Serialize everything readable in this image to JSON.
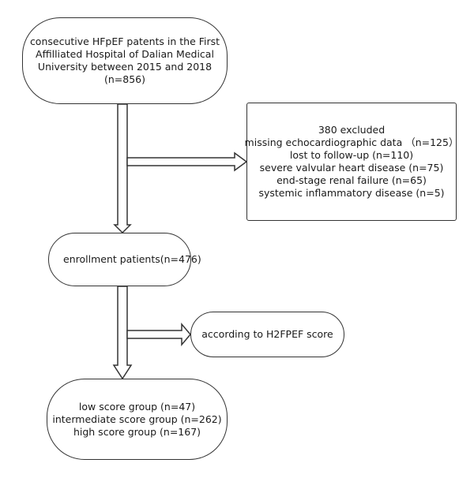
{
  "cohort": {
    "lines": [
      "consecutive HFpEF patents in the First",
      "Affilliated Hospital of Dalian Medical",
      "University between 2015 and 2018",
      "(n=856)"
    ]
  },
  "excluded": {
    "lines": [
      "380 excluded",
      "missing echocardiographic data （n=125）",
      "lost to follow-up (n=110)",
      "severe valvular heart disease (n=75)",
      "end-stage renal failure (n=65)",
      "systemic inflammatory disease (n=5)"
    ]
  },
  "enrolled": {
    "label": "enrollment patients(n=476)"
  },
  "stratification": {
    "label": "according to H2FPEF score"
  },
  "groups": {
    "lines": [
      "low score group (n=47)",
      "intermediate score group (n=262)",
      "high score group (n=167)"
    ]
  }
}
